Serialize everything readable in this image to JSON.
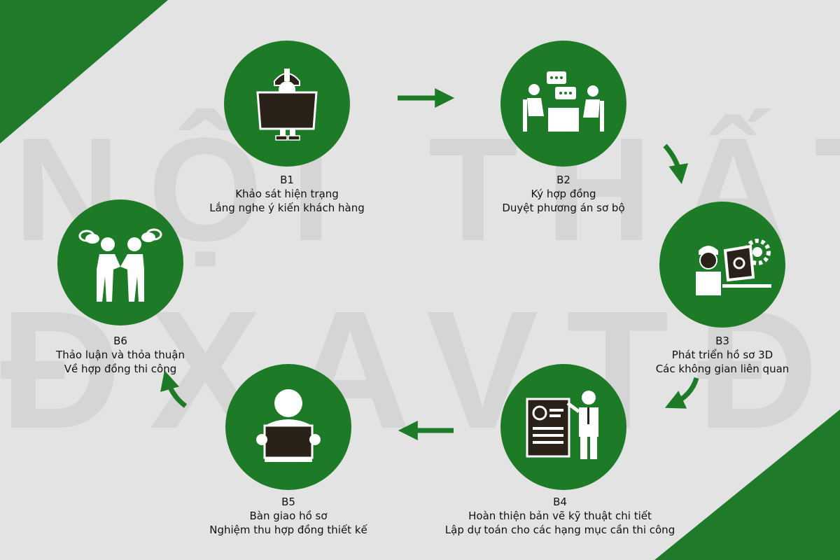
{
  "watermark": {
    "line1": "NỘI THẤT",
    "line2": "ĐXAVTĐA"
  },
  "colors": {
    "green": "#1d7a26",
    "background": "#e3e3e3",
    "icon": "#ffffff",
    "icon_dark": "#2a2119"
  },
  "steps": [
    {
      "id": "b1",
      "label": "B1",
      "line1": "Khảo sát hiện trạng",
      "line2": "Lắng nghe ý kiến khách hàng",
      "icon": "engineer-blueprint-icon"
    },
    {
      "id": "b2",
      "label": "B2",
      "line1": "Ký hợp đồng",
      "line2": "Duyệt phương án sơ bộ",
      "icon": "meeting-icon"
    },
    {
      "id": "b3",
      "label": "B3",
      "line1": "Phát triển hồ sơ 3D",
      "line2": "Các không gian liên quan",
      "icon": "designer-computer-icon"
    },
    {
      "id": "b4",
      "label": "B4",
      "line1": "Hoàn thiện bản vẽ kỹ thuật chi tiết",
      "line2": "Lập dự toán cho các hạng mục cần thi công",
      "icon": "presentation-icon"
    },
    {
      "id": "b5",
      "label": "B5",
      "line1": "Bàn giao hồ sơ",
      "line2": "Nghiệm thu hợp đồng thiết kế",
      "icon": "handover-icon"
    },
    {
      "id": "b6",
      "label": "B6",
      "line1": "Thảo luận  và thỏa thuận",
      "line2": "Về hợp đồng thi công",
      "icon": "handshake-icon"
    }
  ]
}
